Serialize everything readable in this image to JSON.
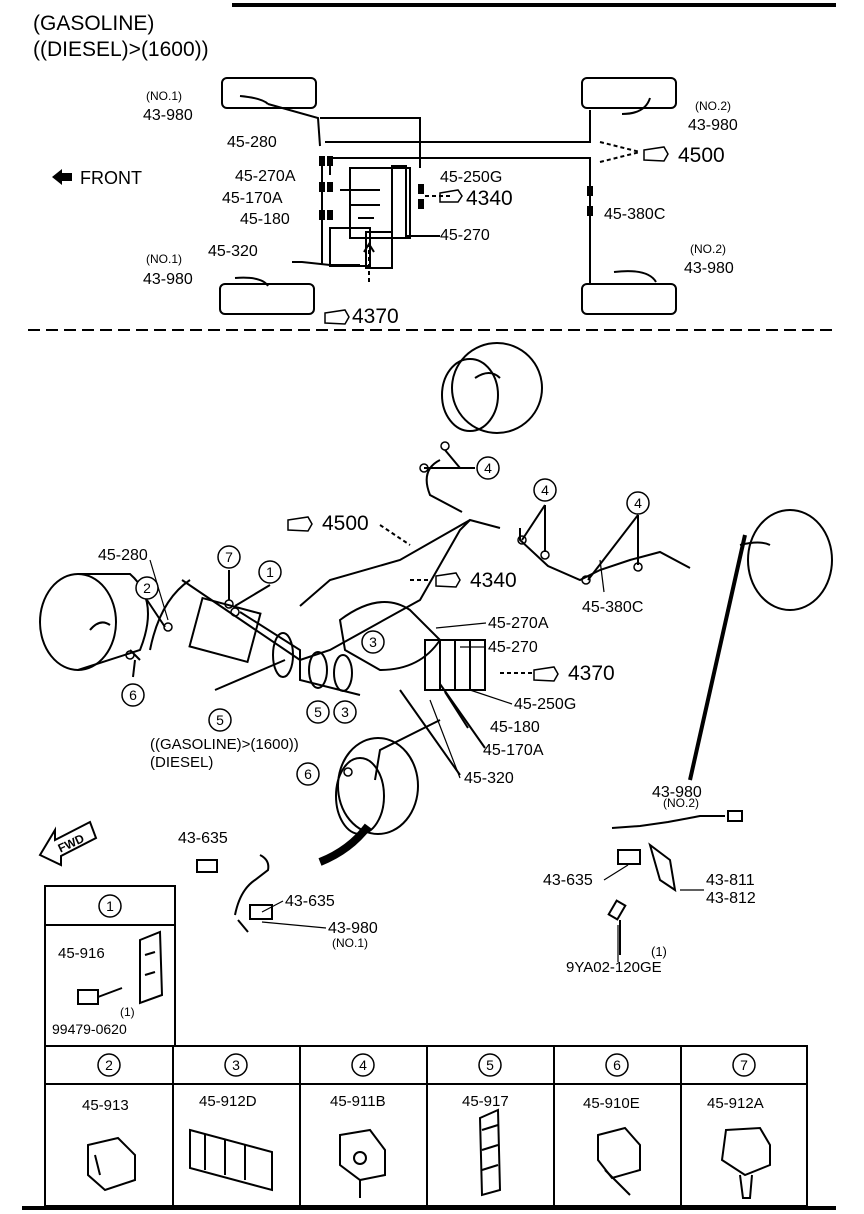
{
  "header": {
    "line1": "(GASOLINE)",
    "line2": "((DIESEL)>(1600))"
  },
  "top_diagram": {
    "front_label": "FRONT",
    "labels": {
      "no1_a": "(NO.1)",
      "pn_43980_a": "43-980",
      "no2_a": "(NO.2)",
      "pn_43980_b": "43-980",
      "pn_45280": "45-280",
      "pn_45270A": "45-270A",
      "pn_45170A": "45-170A",
      "pn_45180": "45-180",
      "pn_45250G": "45-250G",
      "pn_45270": "45-270",
      "ref_4340": "4340",
      "ref_4500": "4500",
      "ref_4370": "4370",
      "pn_45380C": "45-380C",
      "no2_b": "(NO.2)",
      "pn_43980_c": "43-980",
      "pn_45320": "45-320",
      "no1_b": "(NO.1)",
      "pn_43980_d": "43-980"
    }
  },
  "main_diagram": {
    "labels": {
      "ref_4500": "4500",
      "ref_4340": "4340",
      "ref_4370": "4370",
      "pn_45280": "45-280",
      "pn_45270A": "45-270A",
      "pn_45270": "45-270",
      "pn_45250G": "45-250G",
      "pn_45180": "45-180",
      "pn_45170A": "45-170A",
      "pn_45320": "45-320",
      "pn_45380C": "45-380C",
      "cond_gas": "((GASOLINE)>(1600))",
      "cond_diesel": "(DIESEL)",
      "fwd": "FWD",
      "no2": "(NO.2)",
      "pn_43980_no2": "43-980",
      "pn_43635_a": "43-635",
      "pn_43635_b": "43-635",
      "pn_43635_c": "43-635",
      "pn_43980_no1": "43-980",
      "no1": "(NO.1)",
      "pn_43811": "43-811",
      "pn_43812": "43-812",
      "qty1": "(1)",
      "bolt_pn": "9YA02-120GE"
    },
    "callouts": [
      "1",
      "2",
      "3",
      "4",
      "5",
      "6",
      "7"
    ]
  },
  "detail_table": {
    "cell1": {
      "num": "1",
      "pn_a": "45-916",
      "qty": "(1)",
      "pn_b": "99479-0620"
    },
    "row2": [
      {
        "num": "2",
        "pn": "45-913"
      },
      {
        "num": "3",
        "pn": "45-912D"
      },
      {
        "num": "4",
        "pn": "45-911B"
      },
      {
        "num": "5",
        "pn": "45-917"
      },
      {
        "num": "6",
        "pn": "45-910E"
      },
      {
        "num": "7",
        "pn": "45-912A"
      }
    ]
  }
}
